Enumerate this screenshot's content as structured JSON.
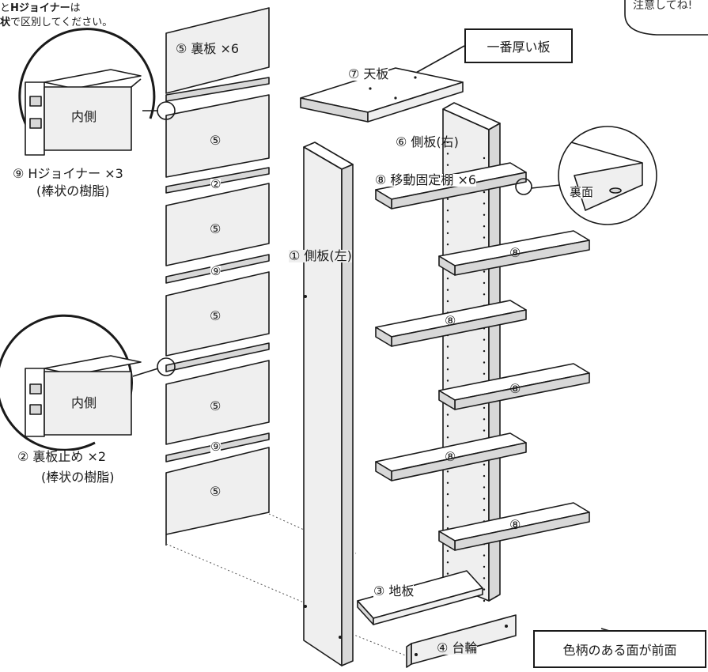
{
  "intro_note": {
    "line1_pre": "と",
    "line1_bold": "Hジョイナー",
    "line1_post": "は",
    "line2_bold": "状",
    "line2_post": "で区別してください。"
  },
  "speech_bubble": {
    "text": "注意してね!"
  },
  "callouts": {
    "thickest_board": "一番厚い板",
    "colored_face_front": "色柄のある面が前面"
  },
  "parts": {
    "back_panel": "⑤ 裏板 ×6",
    "top_board": "⑦ 天板",
    "right_side": "⑥ 側板(右)",
    "shelves": "⑧ 移動固定棚 ×6",
    "left_side": "① 側板(左)",
    "bottom_board": "③ 地板",
    "base": "④ 台輪"
  },
  "markers": {
    "back_panel_num": "⑤",
    "joiner_num": "⑨",
    "stopper_num": "②",
    "shelf_num": "⑧"
  },
  "inset_joiner": {
    "inner_label": "内側",
    "name": "⑨ Hジョイナー ×3",
    "sub": "(棒状の樹脂)"
  },
  "inset_stopper": {
    "inner_label": "内側",
    "name": "② 裏板止め ×2",
    "sub": "(棒状の樹脂)"
  },
  "inset_shelf": {
    "label": "裏面"
  }
}
